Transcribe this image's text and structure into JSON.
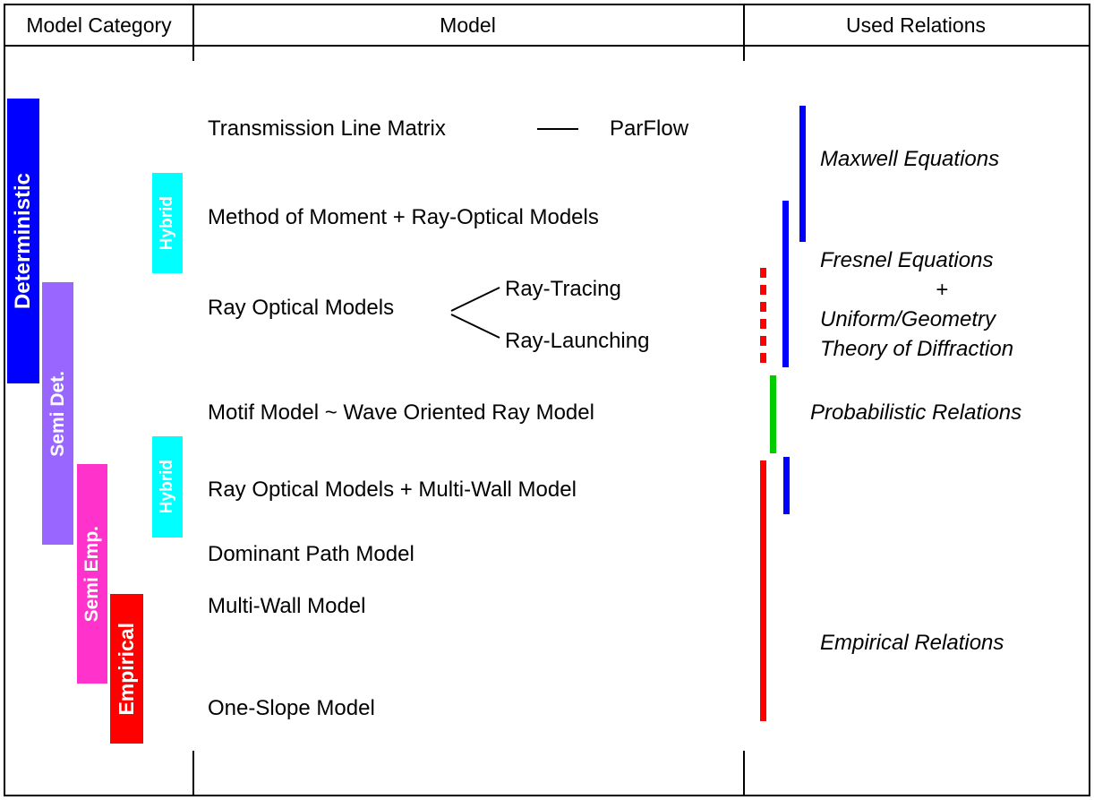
{
  "header": {
    "col1": "Model Category",
    "col2": "Model",
    "col3": "Used Relations"
  },
  "categories": {
    "deterministic": {
      "label": "Deterministic",
      "color": "#0000ff"
    },
    "semi_det": {
      "label": "Semi Det.",
      "color": "#9966ff"
    },
    "semi_emp": {
      "label": "Semi Emp.",
      "color": "#ff33cc"
    },
    "empirical": {
      "label": "Empirical",
      "color": "#ff0000"
    },
    "hybrid": {
      "label": "Hybrid",
      "color": "#00ffff"
    }
  },
  "models": {
    "transmission_line_matrix": "Transmission Line Matrix",
    "parflow": "ParFlow",
    "method_of_moment": "Method of Moment + Ray-Optical Models",
    "ray_optical": "Ray Optical Models",
    "ray_tracing": "Ray-Tracing",
    "ray_launching": "Ray-Launching",
    "motif": "Motif Model ~ Wave Oriented Ray Model",
    "ray_optical_multi_wall": "Ray Optical Models + Multi-Wall Model",
    "dominant_path": "Dominant Path Model",
    "multi_wall": "Multi-Wall Model",
    "one_slope": "One-Slope Model"
  },
  "relations": {
    "maxwell": "Maxwell Equations",
    "fresnel_line1": "Fresnel Equations",
    "fresnel_line2": "+",
    "fresnel_line3": "Uniform/Geometry",
    "fresnel_line4": "Theory of Diffraction",
    "probabilistic": "Probabilistic Relations",
    "empirical": "Empirical Relations"
  },
  "relation_colors": {
    "maxwell": "#0000ff",
    "fresnel": "#0000ff",
    "dotted": "#ff0000",
    "probabilistic": "#00cc00",
    "hybrid_blue": "#0000ff",
    "empirical": "#ff0000"
  }
}
